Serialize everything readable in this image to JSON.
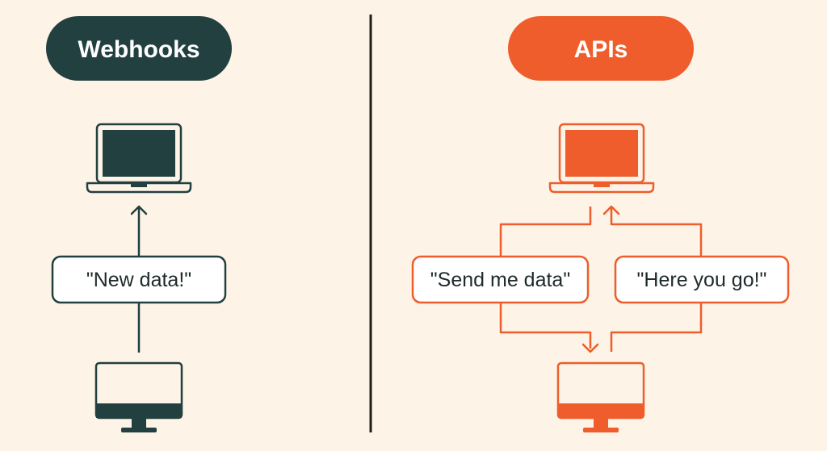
{
  "colors": {
    "background": "#fdf3e7",
    "webhooks": "#22403f",
    "apis": "#ee5d2b",
    "divider": "#1f1f1f",
    "text": "#1f2a2a"
  },
  "webhooks": {
    "title": "Webhooks",
    "message": "\"New data!\"",
    "top_icon": "laptop-icon",
    "bottom_icon": "desktop-monitor-icon"
  },
  "apis": {
    "title": "APIs",
    "request_message": "\"Send me data\"",
    "response_message": "\"Here you go!\"",
    "top_icon": "laptop-icon",
    "bottom_icon": "desktop-monitor-icon"
  }
}
